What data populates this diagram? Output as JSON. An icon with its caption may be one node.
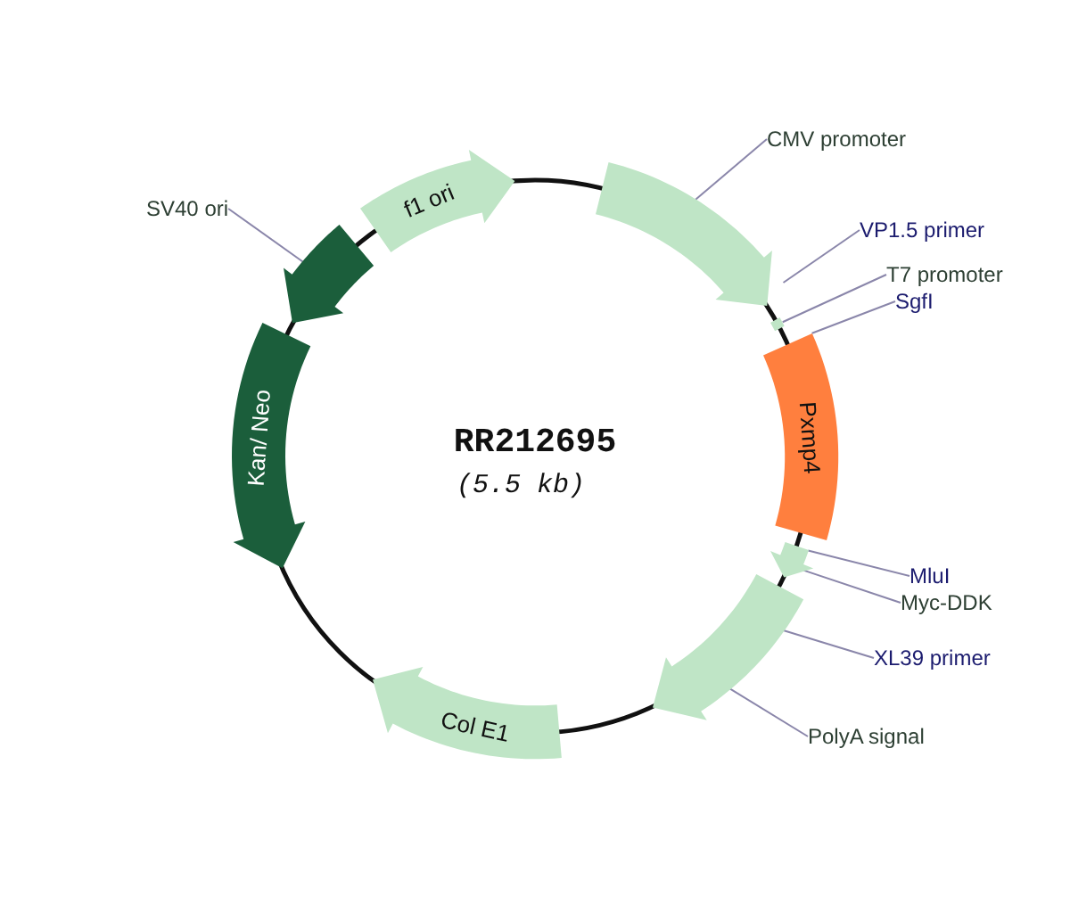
{
  "diagram": {
    "nodes": [
      {
        "text": [
          "f1 ori"
        ]
      },
      {
        "text": [],
        "shape": "arrow"
      },
      {
        "text": [],
        "shape": "bar"
      },
      {
        "text": [
          "Pxmp4"
        ]
      },
      {
        "text": [],
        "shape": "arrow"
      },
      {
        "text": [],
        "shape": "arrow"
      },
      {
        "text": [
          "Col E1"
        ]
      },
      {
        "text": [
          "Kan/ Neo"
        ]
      },
      {
        "text": [],
        "shape": "arrow"
      },
      {
        "text": [
          "SV40 ori"
        ]
      },
      {
        "text": [
          "CMV promoter"
        ]
      },
      {
        "text": [
          "VP1.5 primer"
        ]
      },
      {
        "text": [
          "T7 promoter"
        ]
      },
      {
        "text": [
          "SgfI"
        ]
      },
      {
        "text": [
          "MluI"
        ]
      },
      {
        "text": [
          "Myc-DDK"
        ]
      },
      {
        "text": [
          "XL39 primer"
        ]
      },
      {
        "text": [
          "PolyA signal"
        ]
      }
    ],
    "edges": [
      {
        "from": 9,
        "to": 8,
        "arrow": "none"
      },
      {
        "from": 10,
        "to": 1,
        "arrow": "none"
      },
      {
        "from": 11,
        "to": 1,
        "arrow": "none"
      },
      {
        "from": 12,
        "to": 2,
        "arrow": "none"
      },
      {
        "from": 13,
        "to": 3,
        "arrow": "none"
      },
      {
        "from": 14,
        "to": 4,
        "arrow": "none"
      },
      {
        "from": 15,
        "to": 4,
        "arrow": "none"
      },
      {
        "from": 16,
        "to": 5,
        "arrow": "none"
      },
      {
        "from": 17,
        "to": 5,
        "arrow": "none"
      }
    ],
    "labels": [
      "RR212695",
      "(5.5 kb)"
    ]
  }
}
